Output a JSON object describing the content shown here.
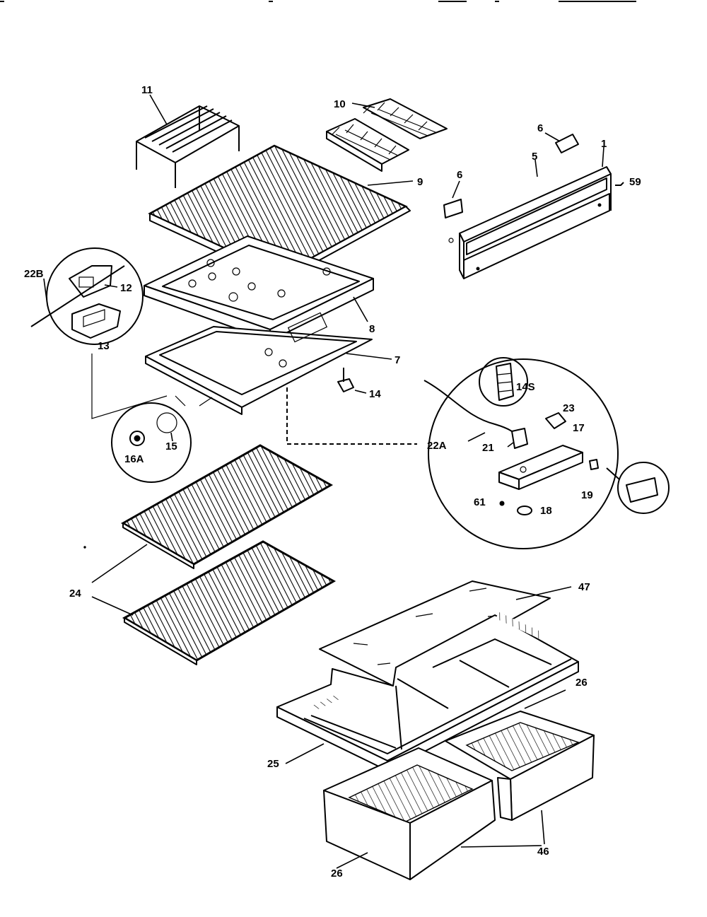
{
  "callouts": {
    "c1": "1",
    "c5": "5",
    "c6a": "6",
    "c6b": "6",
    "c7": "7",
    "c8": "8",
    "c9": "9",
    "c10": "10",
    "c11": "11",
    "c12": "12",
    "c13": "13",
    "c14": "14",
    "c14s": "14S",
    "c15": "15",
    "c16a": "16A",
    "c17": "17",
    "c18": "18",
    "c19": "19",
    "c21": "21",
    "c22a": "22A",
    "c22b": "22B",
    "c23": "23",
    "c24": "24",
    "c25": "25",
    "c26a": "26",
    "c26b": "26",
    "c46": "46",
    "c47": "47",
    "c59": "59",
    "c61": "61"
  }
}
